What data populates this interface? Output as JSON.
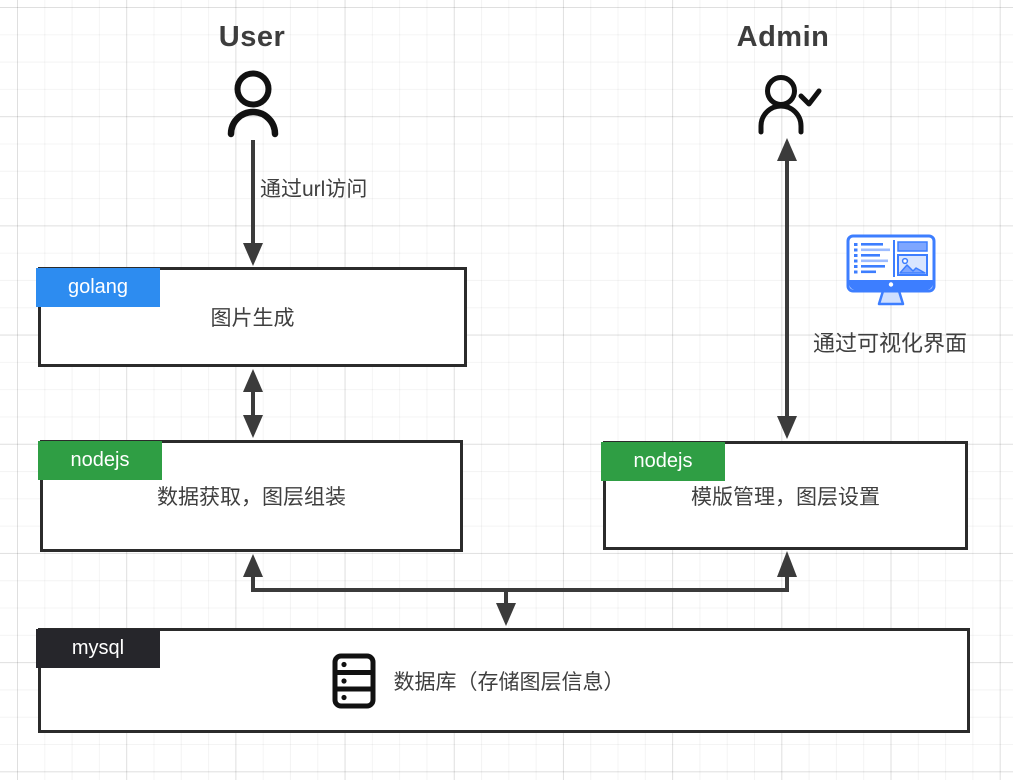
{
  "diagram": {
    "user": {
      "title": "User",
      "arrow_label": "通过url访问"
    },
    "admin": {
      "title": "Admin",
      "interface_caption": "通过可视化界面"
    },
    "boxes": {
      "golang": {
        "tag": "golang",
        "label": "图片生成",
        "tag_color": "#2d8cf0"
      },
      "nodejs_left": {
        "tag": "nodejs",
        "label": "数据获取，图层组装",
        "tag_color": "#2f9e44"
      },
      "nodejs_right": {
        "tag": "nodejs",
        "label": "模版管理，图层设置",
        "tag_color": "#26262b"
      },
      "mysql": {
        "tag": "mysql",
        "label": "数据库（存储图层信息）",
        "tag_color": "#26262b"
      }
    },
    "icons": {
      "user_icon": "person-icon",
      "admin_icon": "person-check-icon",
      "monitor_icon": "monitor-visual-editor-icon",
      "database_icon": "database-server-icon"
    },
    "colors": {
      "box_border": "#2b2b2b",
      "arrow": "#3b3b3b",
      "golang_blue": "#2d8cf0",
      "nodejs_green": "#2f9e44",
      "mysql_dark": "#26262b",
      "monitor_blue": "#3d7eff"
    }
  }
}
